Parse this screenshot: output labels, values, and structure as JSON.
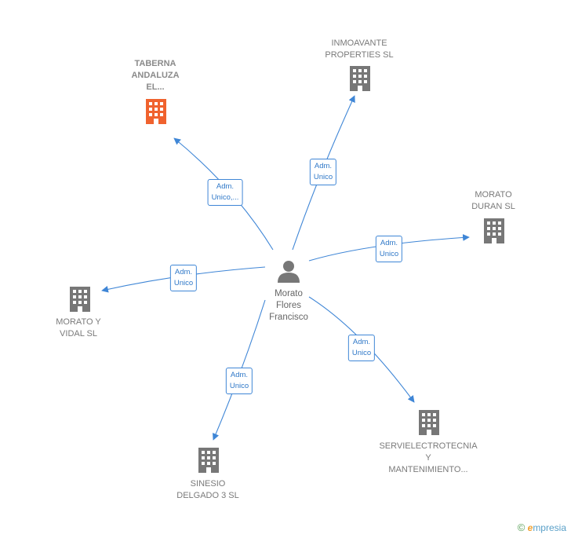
{
  "center": {
    "name": "Morato\nFlores\nFrancisco"
  },
  "companies": [
    {
      "name": "INMOAVANTE\nPROPERTIES SL"
    },
    {
      "name": "TABERNA\nANDALUZA\nEL..."
    },
    {
      "name": "MORATO\nDURAN  SL"
    },
    {
      "name": "MORATO Y\nVIDAL  SL"
    },
    {
      "name": "SINESIO\nDELGADO 3  SL"
    },
    {
      "name": "SERVIELECTROTECNIA\nY\nMANTENIMIENTO..."
    }
  ],
  "relations": [
    {
      "label": "Adm.\nUnico"
    },
    {
      "label": "Adm.\nUnico,..."
    },
    {
      "label": "Adm.\nUnico"
    },
    {
      "label": "Adm.\nUnico"
    },
    {
      "label": "Adm.\nUnico"
    },
    {
      "label": "Adm.\nUnico"
    }
  ],
  "colors": {
    "highlight": "#f0622e",
    "building": "#777777",
    "edge": "#3f86d6"
  },
  "brand": {
    "symbol": "©",
    "initial": "e",
    "rest": "mpresia"
  }
}
